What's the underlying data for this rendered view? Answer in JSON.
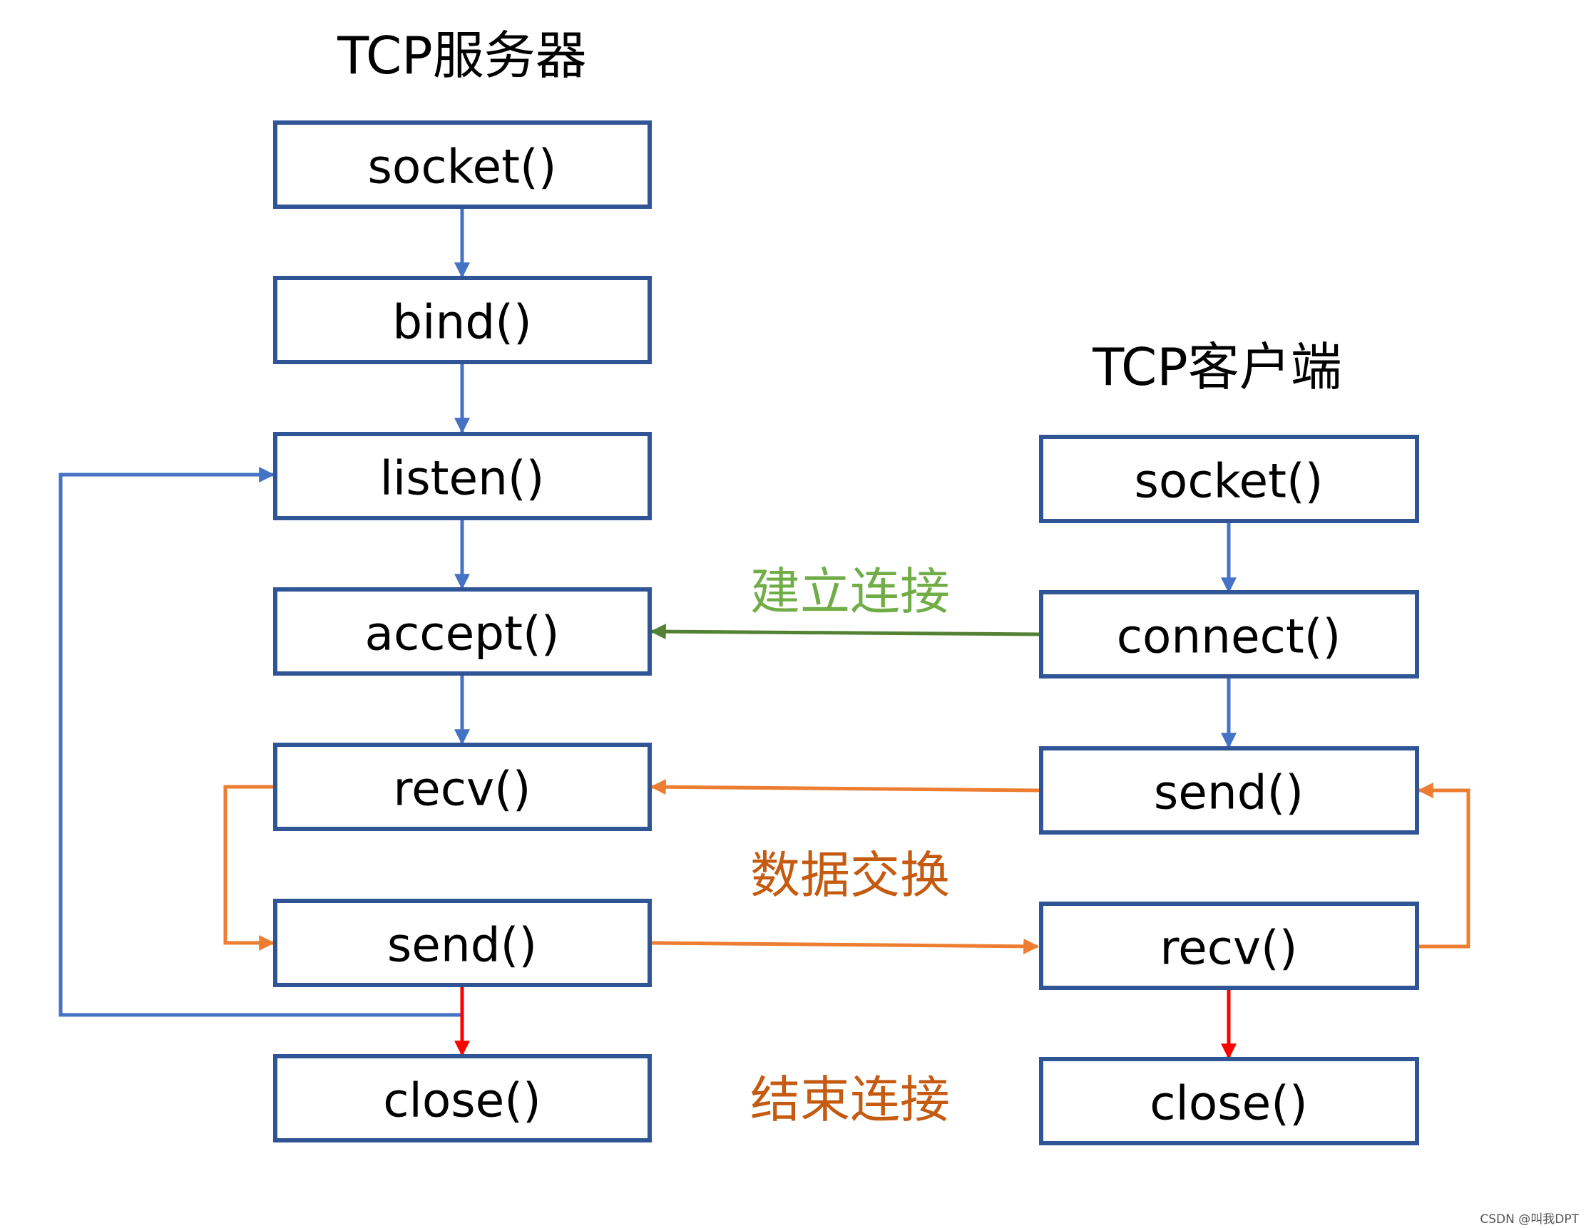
{
  "server": {
    "title": "TCP服务器",
    "steps": [
      "socket()",
      "bind()",
      "listen()",
      "accept()",
      "recv()",
      "send()",
      "close()"
    ]
  },
  "client": {
    "title": "TCP客户端",
    "steps": [
      "socket()",
      "connect()",
      "send()",
      "recv()",
      "close()"
    ]
  },
  "phases": {
    "connect": "建立连接",
    "exchange": "数据交换",
    "close": "结束连接"
  },
  "colors": {
    "box_border": "#2f5597",
    "flow_arrow": "#4472c4",
    "connect_arrow": "#548235",
    "connect_text": "#70ad47",
    "exchange_arrow": "#ed7d31",
    "phase_text": "#c55a11",
    "close_arrow": "#ff0000"
  },
  "watermark": "CSDN @叫我DPT"
}
